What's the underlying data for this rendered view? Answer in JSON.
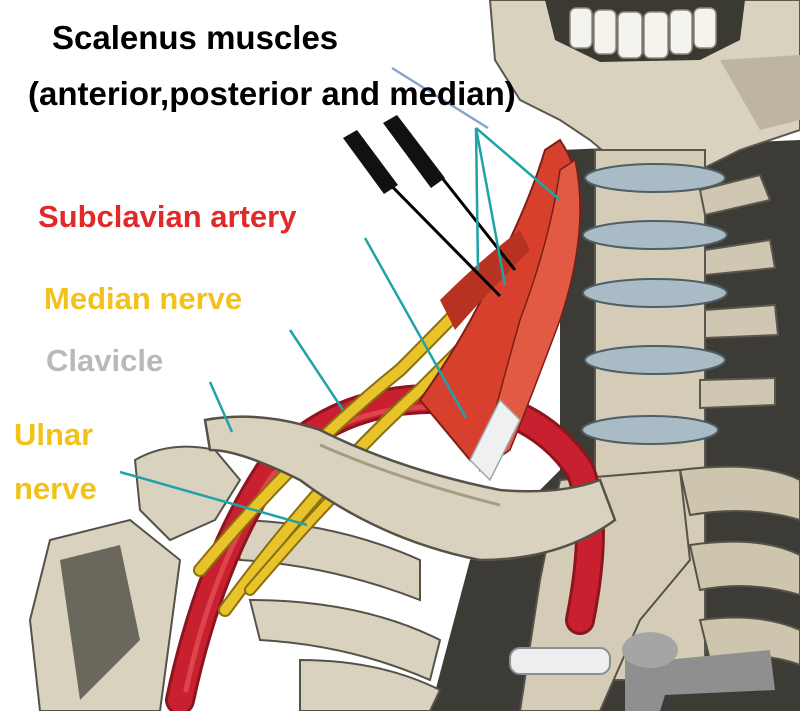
{
  "labels": {
    "scalenus_line1": "Scalenus muscles",
    "scalenus_line2": "(anterior,posterior and median)",
    "subclavian_artery": "Subclavian artery",
    "median_nerve": "Median nerve",
    "clavicle": "Clavicle",
    "ulnar_line1": "Ulnar",
    "ulnar_line2": "nerve"
  },
  "colors": {
    "scalenus_text": "#000000",
    "artery_text": "#e02a2a",
    "nerve_text": "#f2c21a",
    "clavicle_text": "#b9b9b9",
    "leader_line": "#1fa3a8",
    "bone": "#d9d2bf",
    "bone_shadow": "#3a3a33",
    "artery": "#c8202e",
    "nerve": "#e8c42a",
    "muscle": "#d8402e",
    "tendon": "#eef0f2",
    "disc": "#a9bcc6"
  },
  "icons": [
    "needle-icon",
    "needle-icon"
  ]
}
